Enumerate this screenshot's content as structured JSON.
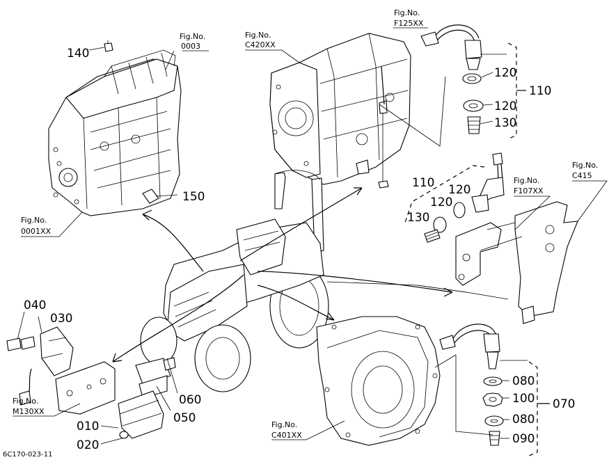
{
  "callouts": {
    "c140": "140",
    "c150": "150",
    "c120a": "120",
    "c120b": "120",
    "c130a": "130",
    "c110a": "110",
    "c110b": "110",
    "c120c": "120",
    "c120d": "120",
    "c130b": "130",
    "c040": "040",
    "c030": "030",
    "c060": "060",
    "c050": "050",
    "c010": "010",
    "c020": "020",
    "c080a": "080",
    "c100": "100",
    "c080b": "080",
    "c090": "090",
    "c070": "070"
  },
  "fig_refs": {
    "engine_label": "Fig.No.",
    "engine": "0003",
    "engine_block_label": "Fig.No.",
    "engine_block": "0001XX",
    "trans_label": "Fig.No.",
    "trans": "C420XX",
    "switch_label": "Fig.No.",
    "switch": "F125XX",
    "bracket_label": "Fig.No.",
    "bracket": "F107XX",
    "frame_label": "Fig.No.",
    "frame": "C415",
    "bracket2_label": "Fig.No.",
    "bracket2": "M130XX",
    "housing_label": "Fig.No.",
    "housing": "C401XX"
  },
  "diagram_code": "6C170-023-11"
}
